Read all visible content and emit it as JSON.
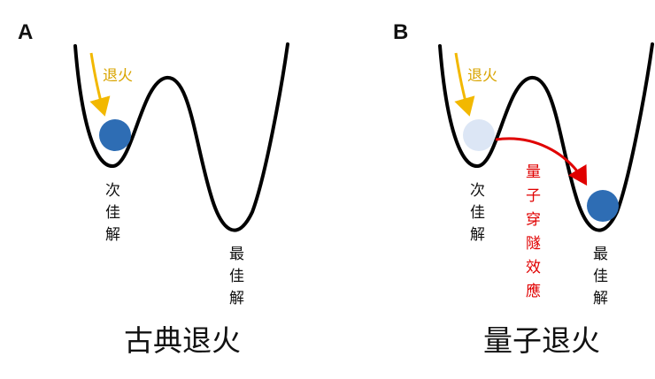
{
  "panels": [
    {
      "letter": "A",
      "anneal_label": "退火",
      "local_min_label": [
        "次",
        "佳",
        "解"
      ],
      "global_min_label": [
        "最",
        "佳",
        "解"
      ],
      "caption": "古典退火"
    },
    {
      "letter": "B",
      "anneal_label": "退火",
      "local_min_label": [
        "次",
        "佳",
        "解"
      ],
      "global_min_label": [
        "最",
        "佳",
        "解"
      ],
      "tunnel_label": [
        "量",
        "子",
        "穿",
        "隧",
        "效",
        "應"
      ],
      "caption": "量子退火"
    }
  ],
  "colors": {
    "curve": "#000000",
    "ball": "#2e6db4",
    "ball_faded": "#dce6f5",
    "anneal_arrow": "#f2b800",
    "tunnel_arrow": "#e00000"
  }
}
